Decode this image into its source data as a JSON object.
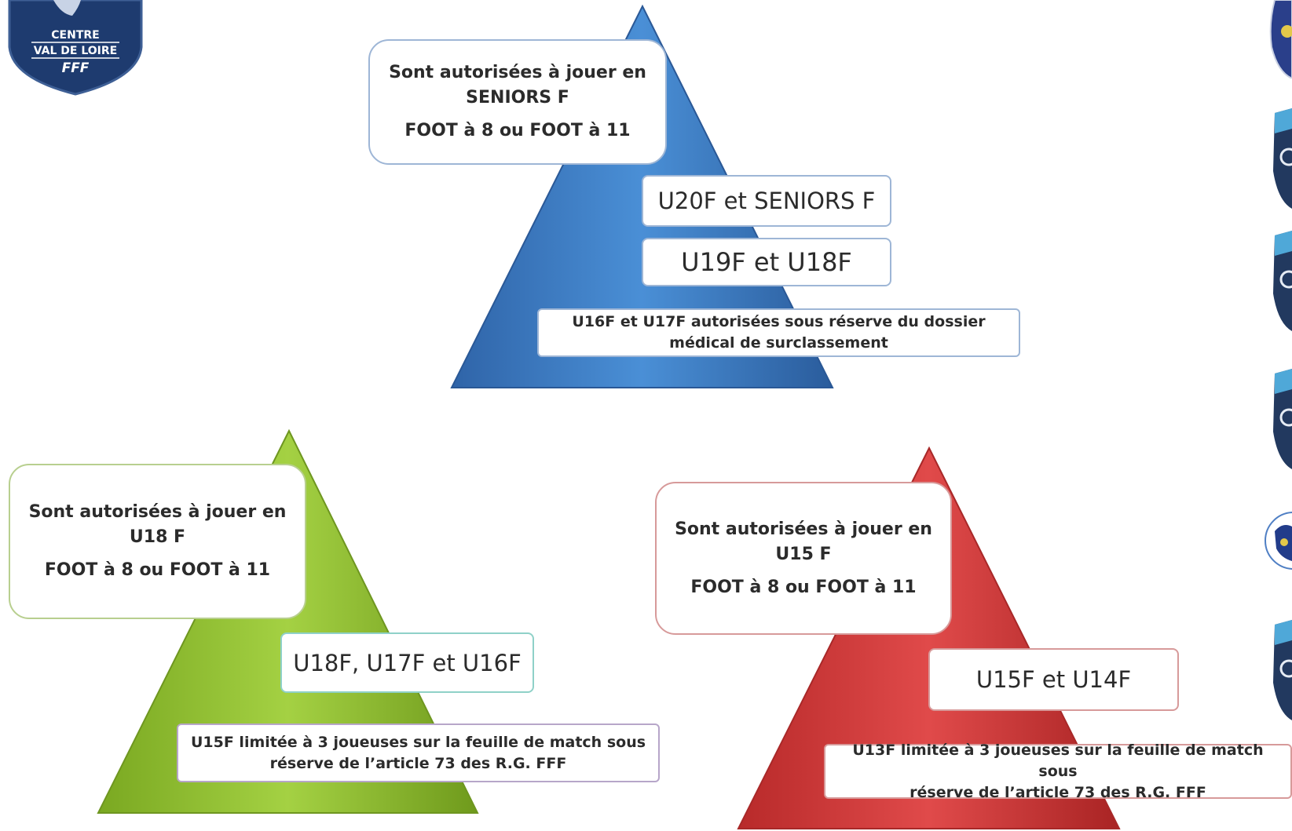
{
  "logo": {
    "lines": [
      "CENTRE",
      "VAL DE LOIRE",
      "FFF"
    ],
    "color": "#1e3b6f"
  },
  "pyramids": {
    "seniors": {
      "color": "#3f7fc4",
      "title_line1": "Sont autorisées à jouer en",
      "title_line2": "SENIORS F",
      "title_line3": "FOOT à 8 ou FOOT à 11",
      "band1": "U20F et SENIORS F",
      "band2": "U19F et U18F",
      "note_line1": "U16F et U17F autorisées sous réserve du dossier",
      "note_line2": "médical de surclassement"
    },
    "u18": {
      "color": "#8cbf2f",
      "title_line1": "Sont autorisées à jouer en",
      "title_line2": "U18 F",
      "title_line3": "FOOT à 8 ou FOOT à 11",
      "band1": "U18F, U17F et U16F",
      "note_line1": "U15F limitée à 3 joueuses sur la feuille de match sous",
      "note_line2": "réserve de l’article 73 des R.G. FFF"
    },
    "u15": {
      "color": "#d63c3c",
      "title_line1": "Sont autorisées à jouer en",
      "title_line2": "U15 F",
      "title_line3": "FOOT à 8 ou FOOT à 11",
      "band1": "U15F et U14F",
      "note_line1": "U13F limitée à 3 joueuses sur la feuille de match sous",
      "note_line2": "réserve de l’article 73 des R.G. FFF"
    }
  },
  "side_logos": [
    "district-logo",
    "district-logo",
    "district-logo",
    "district-logo",
    "district-logo",
    "district-logo"
  ]
}
